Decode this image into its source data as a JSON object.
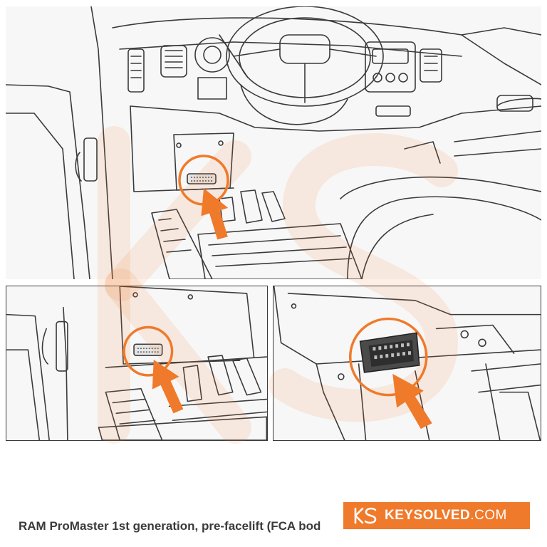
{
  "caption": "RAM ProMaster 1st generation, pre-facelift (FCA bod",
  "brand": {
    "name": "KEYSOLVED",
    "tld": ".COM",
    "logo_letters": "KS"
  },
  "colors": {
    "accent_orange": "#f07a2b",
    "line_dark": "#3a3a3a",
    "panel_bg": "#f7f7f7"
  },
  "icons": {
    "arrow": "orange-arrow-icon",
    "highlight": "highlight-circle-icon",
    "port": "obd-port-icon",
    "logo": "keysolved-logo-icon"
  }
}
